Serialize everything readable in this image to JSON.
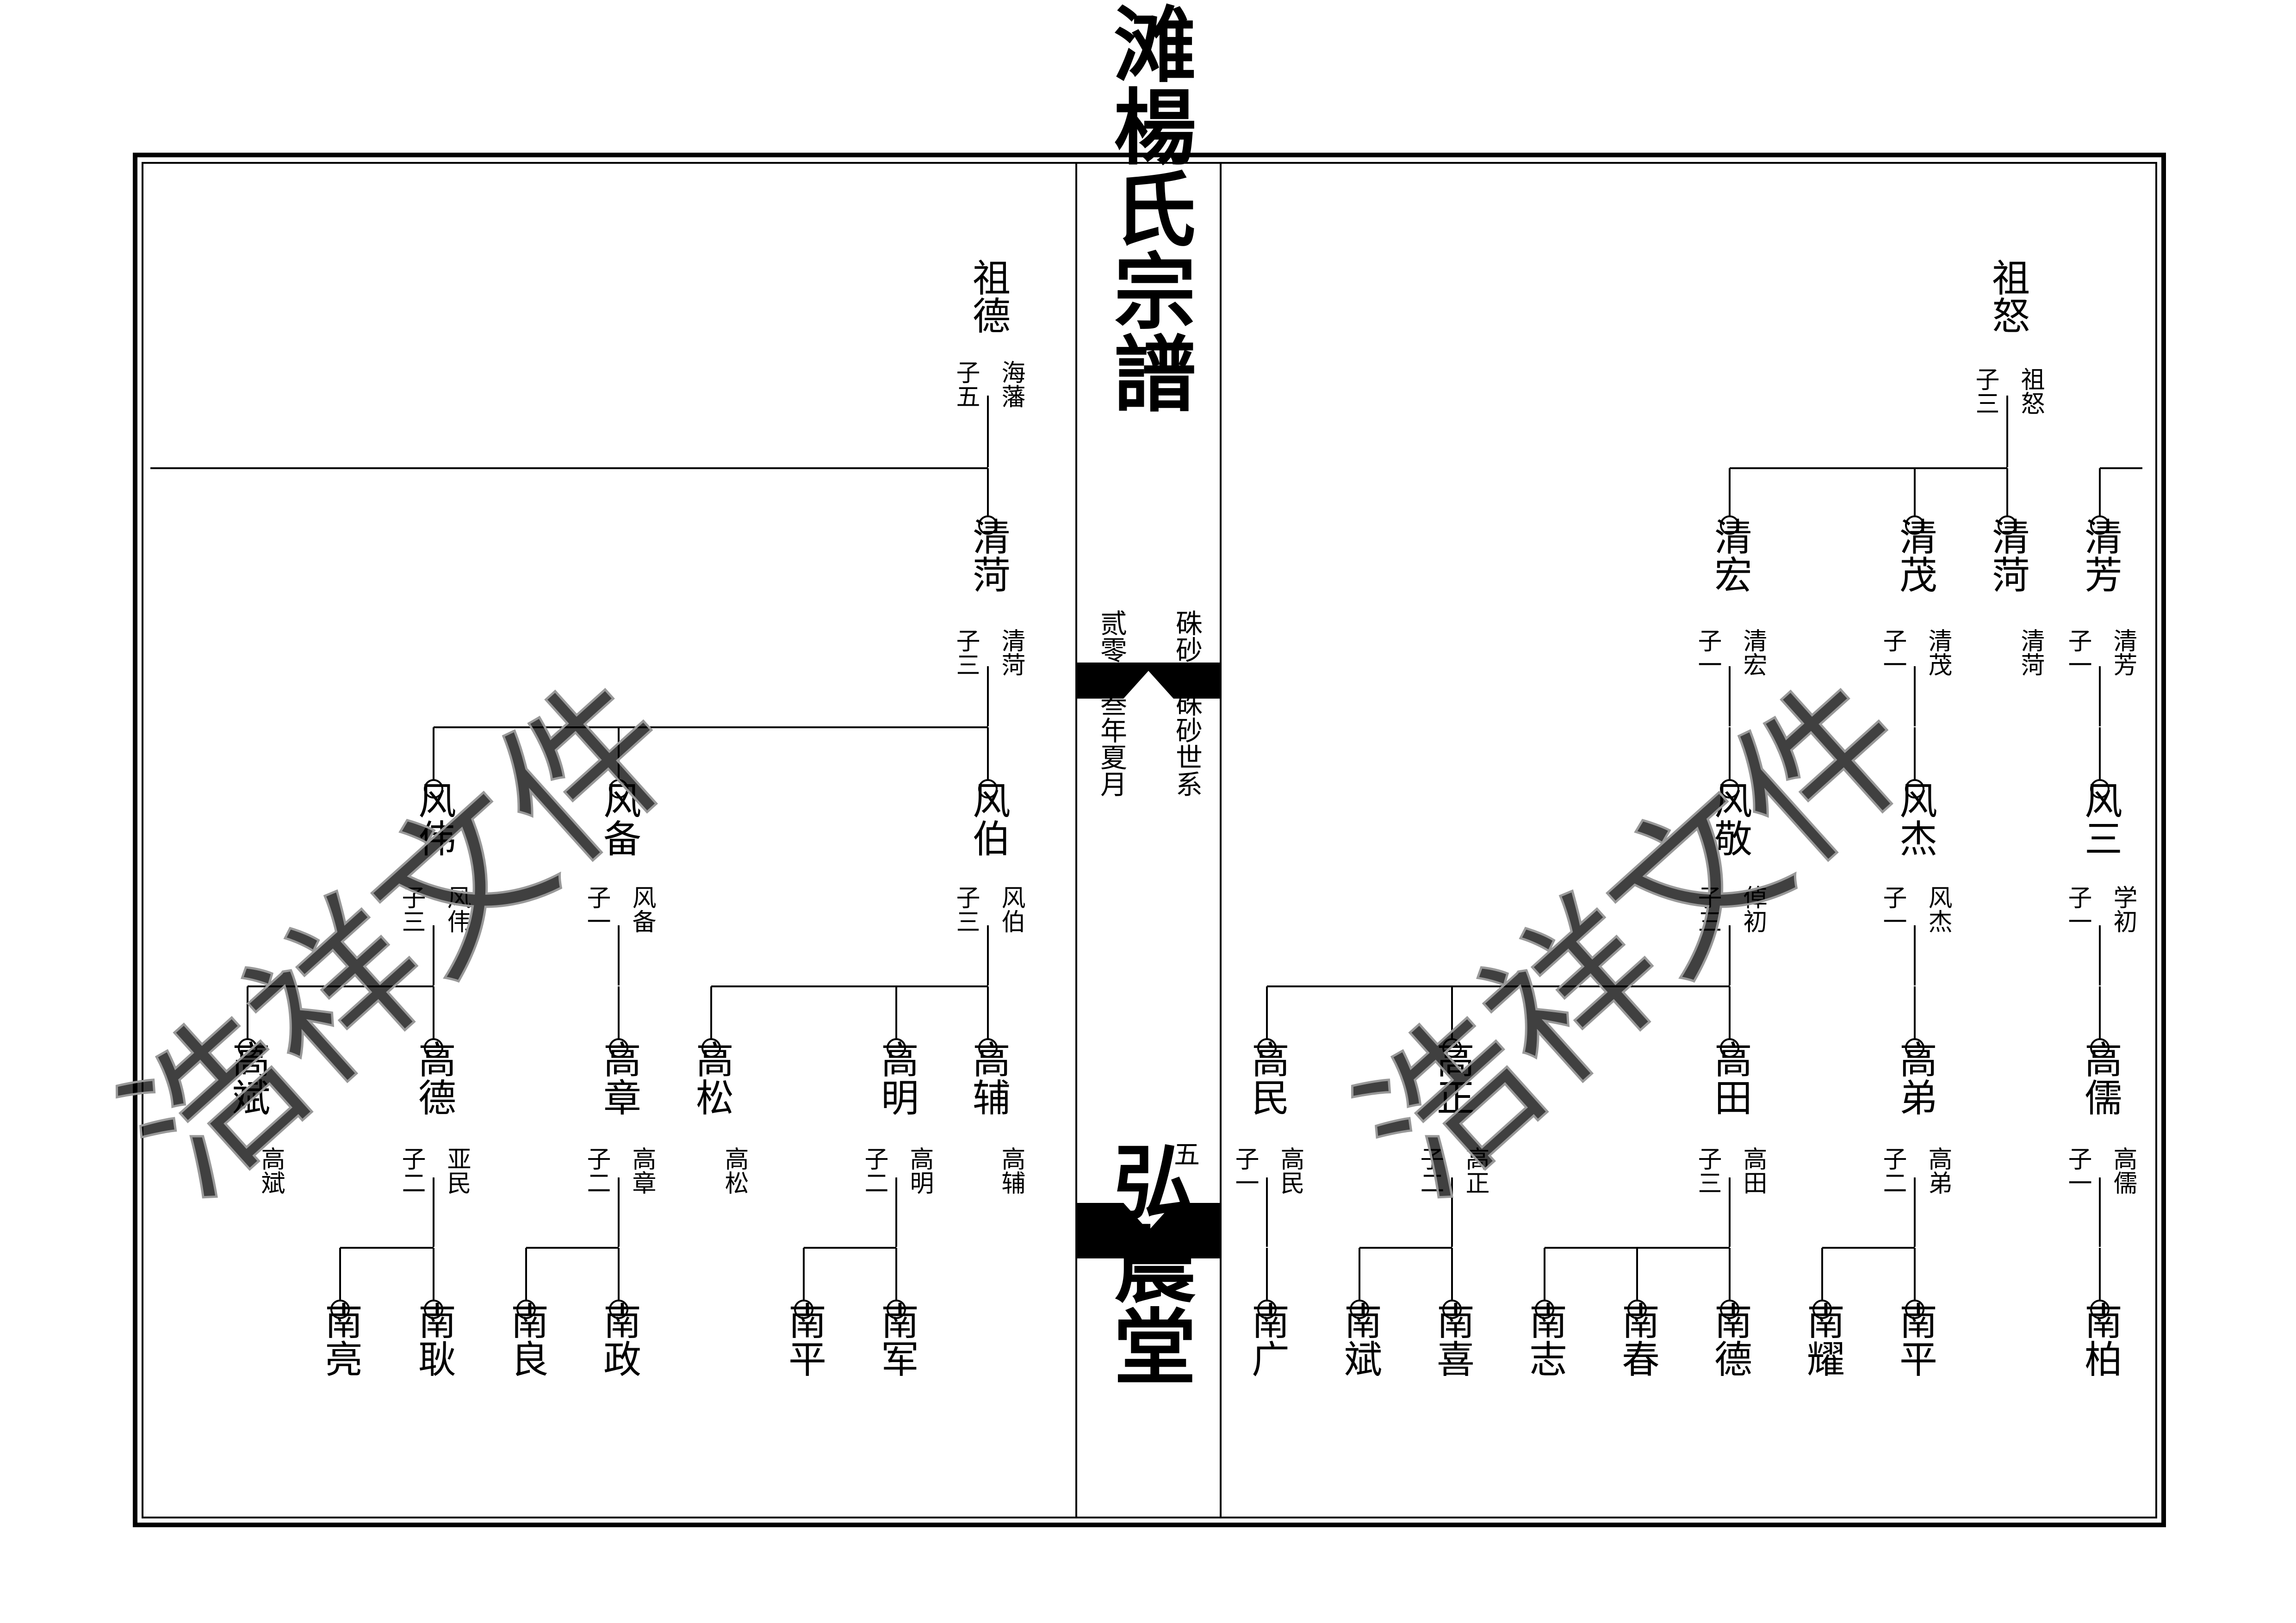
{
  "spine": {
    "title": "剑滩楊氏宗譜",
    "hall": "弘農堂",
    "branch": "硃砂柱硃砂世系",
    "date": "贰零贰叁年夏月",
    "page": "五"
  },
  "watermark": "浩祥文件",
  "colors": {
    "ink": "#000000",
    "watermark_fill": "#dddddd",
    "watermark_stroke": "#999999"
  },
  "left_page": {
    "ancestor": "祖德",
    "ann_haifan": {
      "sons": "子五",
      "father": "海藩"
    },
    "gen1": [
      "清菏"
    ],
    "ann_qinghe": {
      "sons": "子三",
      "father": "清菏"
    },
    "gen2": [
      "风伟",
      "风备",
      "风伯"
    ],
    "ann_fengwei": {
      "sons": "子三",
      "father": "风伟"
    },
    "ann_fengbei": {
      "sons": "子一",
      "father": "风备"
    },
    "ann_fengbo": {
      "sons": "子三",
      "father": "风伯"
    },
    "gen3": [
      "高斌",
      "高德",
      "高章",
      "高松",
      "高明",
      "高辅"
    ],
    "ann_gaobin": {
      "father": "高斌"
    },
    "ann_gaode": {
      "sons": "子二",
      "father": "亚民"
    },
    "ann_gaozhang": {
      "sons": "子二",
      "father": "高章"
    },
    "ann_gaosong": {
      "father": "高松"
    },
    "ann_gaoming": {
      "sons": "子二",
      "father": "高明"
    },
    "ann_gaofu": {
      "father": "高辅"
    },
    "gen4": [
      "南亮",
      "南耿",
      "南良",
      "南政",
      "南平",
      "南军"
    ]
  },
  "right_page": {
    "ancestor": "祖怒",
    "ann_zunu": {
      "sons": "子三",
      "father": "祖怒"
    },
    "gen1": [
      "清宏",
      "清茂",
      "清菏",
      "清芳"
    ],
    "ann_qinghong": {
      "sons": "子一",
      "father": "清宏"
    },
    "ann_qingmao": {
      "sons": "子一",
      "father": "清茂"
    },
    "ann_qinghe": {
      "father": "清菏"
    },
    "ann_qingfang": {
      "sons": "子一",
      "father": "清芳"
    },
    "gen2": [
      "风敬",
      "风杰",
      "风三"
    ],
    "ann_fengjing": {
      "sons": "子三",
      "father": "倬初"
    },
    "ann_fengjie": {
      "sons": "子一",
      "father": "风杰"
    },
    "ann_fengsan": {
      "sons": "子一",
      "father": "学初"
    },
    "gen3": [
      "高民",
      "高正",
      "高田",
      "高弟",
      "高儒"
    ],
    "ann_gaomin": {
      "sons": "子一",
      "father": "高民"
    },
    "ann_gaozheng": {
      "sons": "子二",
      "father": "高正"
    },
    "ann_gaotian": {
      "sons": "子三",
      "father": "高田"
    },
    "ann_gaodi": {
      "sons": "子二",
      "father": "高弟"
    },
    "ann_gaoru": {
      "sons": "子一",
      "father": "高儒"
    },
    "gen4": [
      "南广",
      "南斌",
      "南喜",
      "南志",
      "南春",
      "南德",
      "南耀",
      "南平",
      "南柏"
    ]
  }
}
